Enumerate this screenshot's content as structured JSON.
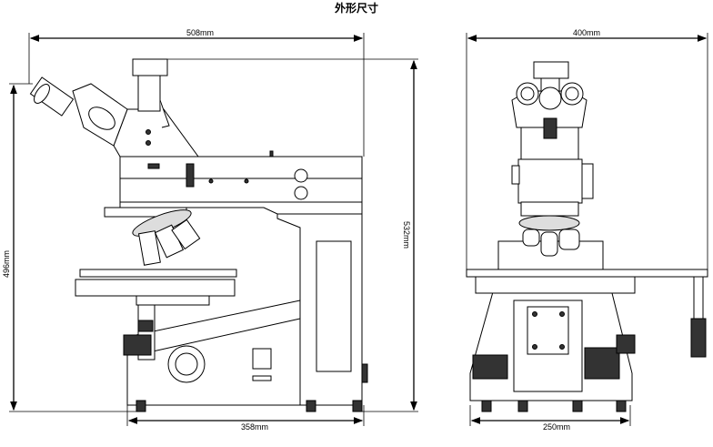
{
  "title": "外形尺寸",
  "side_view": {
    "width_label": "508mm",
    "height_label": "496mm",
    "total_height_label": "532mm",
    "base_width_label": "358mm"
  },
  "front_view": {
    "width_label": "400mm",
    "base_width_label": "250mm"
  }
}
